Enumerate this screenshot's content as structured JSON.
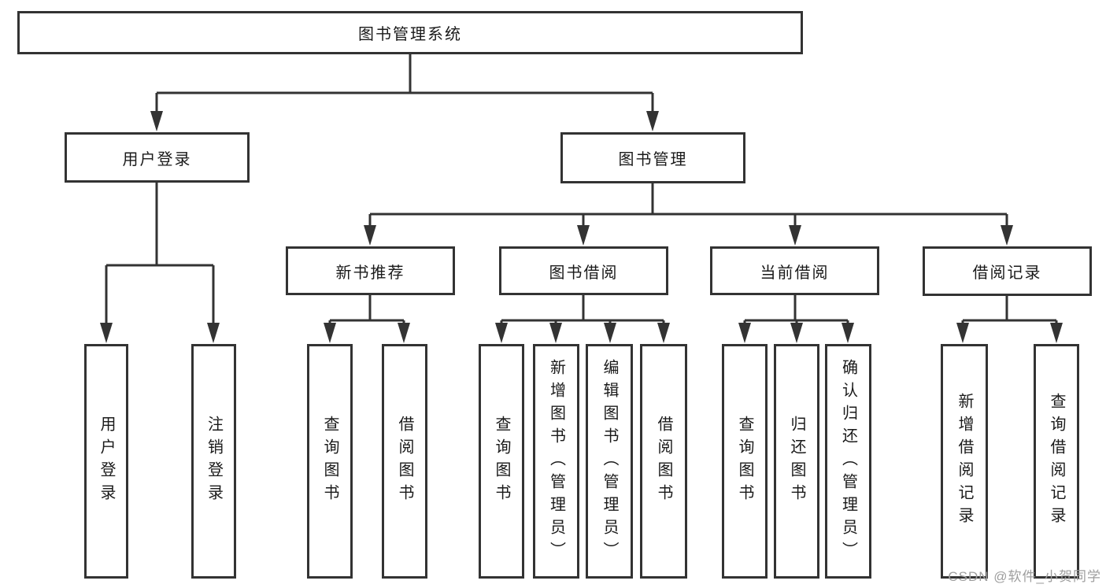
{
  "diagram": {
    "root": {
      "label": "图书管理系统"
    },
    "level2": [
      {
        "label": "用户登录"
      },
      {
        "label": "图书管理"
      }
    ],
    "level3": [
      {
        "label": "新书推荐"
      },
      {
        "label": "图书借阅"
      },
      {
        "label": "当前借阅"
      },
      {
        "label": "借阅记录"
      }
    ],
    "leaves": {
      "user_login": [
        "用户登录",
        "注销登录"
      ],
      "new_book": [
        "查询图书",
        "借阅图书"
      ],
      "book_borrow": [
        "查询图书",
        "新增图书（管理员）",
        "编辑图书（管理员）",
        "借阅图书"
      ],
      "current_borrow": [
        "查询图书",
        "归还图书",
        "确认归还（管理员）"
      ],
      "borrow_record": [
        "新增借阅记录",
        "查询借阅记录"
      ]
    }
  },
  "watermark": {
    "text": "CSDN @软件_小贺同学"
  },
  "colors": {
    "line": "#333333",
    "text": "#1a1a1a",
    "watermark": "#9e9e9e",
    "background": "#ffffff"
  }
}
